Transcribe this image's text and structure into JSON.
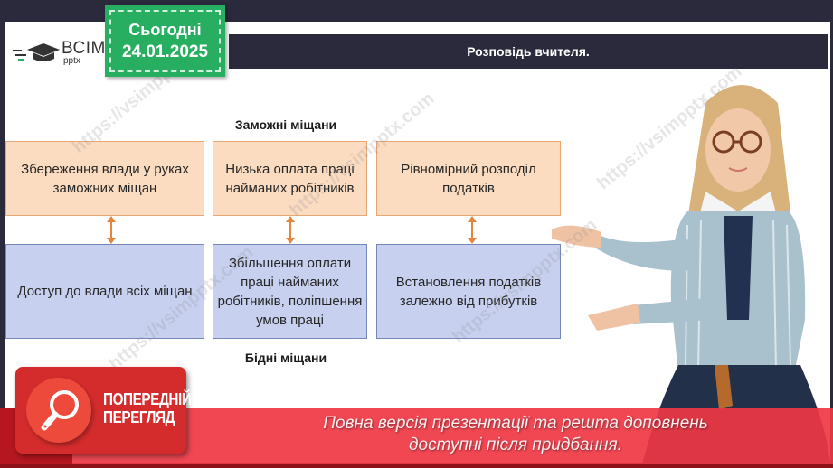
{
  "logo": {
    "main": "ВСІМ",
    "sub": "pptx",
    "icon": "graduation-cap-icon"
  },
  "date_badge": {
    "label": "Сьогодні",
    "date": "24.01.2025",
    "color": "#27ae60"
  },
  "title_bar": {
    "text": "Розповідь вчителя.",
    "background": "#2b2a3d"
  },
  "diagram": {
    "top_heading": "Заможні міщани",
    "bottom_heading": "Бідні міщани",
    "top_color": "#fbdcc1",
    "bottom_color": "#c7d0ee",
    "arrow_color": "#e8843a",
    "columns": [
      {
        "top": "Збереження влади у руках заможних міщан",
        "bottom": "Доступ до влади всіх міщан"
      },
      {
        "top": "Низька оплата праці найманих робітників",
        "bottom": "Збільшення оплати праці найманих робітників, поліпшення умов праці"
      },
      {
        "top": "Рівномірний розподіл податків",
        "bottom": "Встановлення податків залежно від прибутків"
      }
    ]
  },
  "teacher_image": {
    "description": "teacher-illustration"
  },
  "preview": {
    "badge_line1": "ПОПЕРЕДНІЙ",
    "badge_line2": "ПЕРЕГЛЯД",
    "icon": "magnifier-icon",
    "message_line1": "Повна версія презентації та решта доповнень",
    "message_line2": "доступні після придбання.",
    "color": "#ef3744"
  },
  "watermark": "https://vsimpptx.com"
}
